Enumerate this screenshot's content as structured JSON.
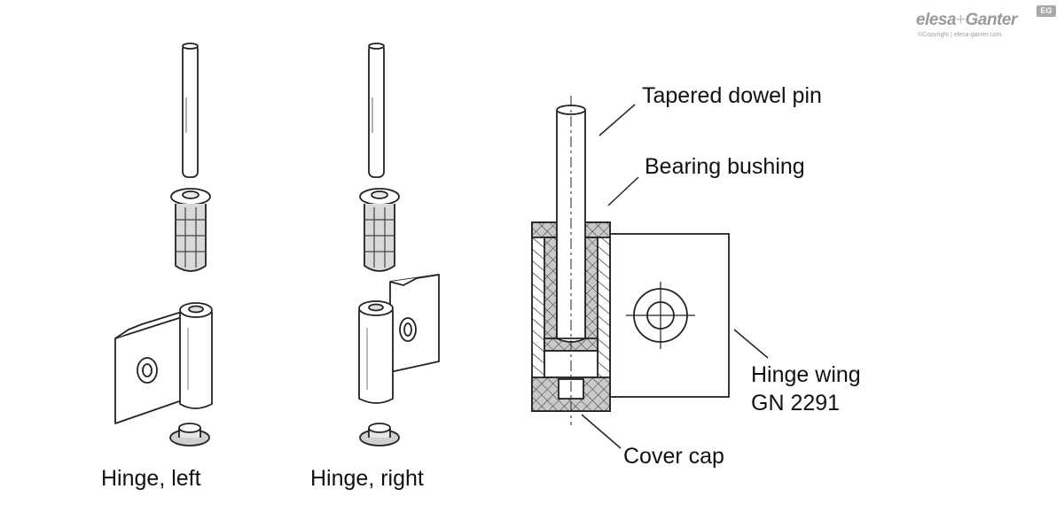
{
  "logo": {
    "brand_left": "elesa",
    "brand_plus": "+",
    "brand_right": "Ganter",
    "badge": "EG",
    "copyright": "©Copyright | elesa-ganter.com"
  },
  "captions": {
    "hinge_left": "Hinge, left",
    "hinge_right": "Hinge, right"
  },
  "callouts": {
    "tapered_dowel_pin": "Tapered dowel pin",
    "bearing_bushing": "Bearing bushing",
    "hinge_wing_line1": "Hinge wing",
    "hinge_wing_line2": "GN 2291",
    "cover_cap": "Cover cap"
  },
  "icons": [
    "dowel-pin-icon",
    "bearing-bushing-icon",
    "hinge-wing-icon",
    "cover-cap-icon",
    "cross-section-icon"
  ]
}
